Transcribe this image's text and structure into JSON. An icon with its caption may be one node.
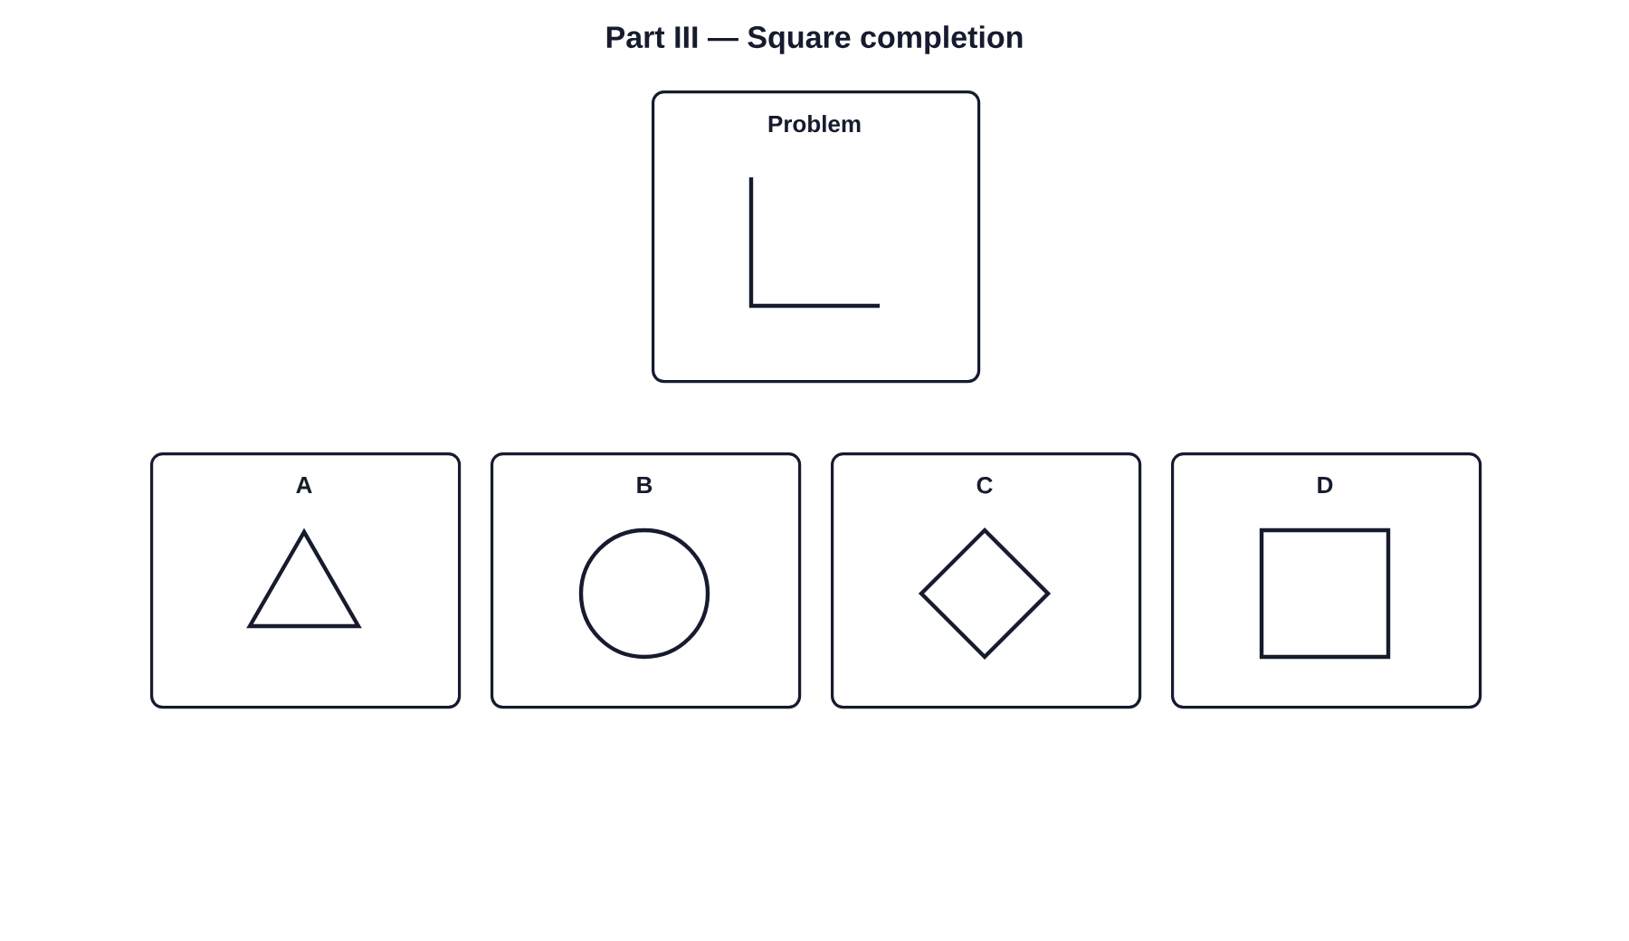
{
  "diagram": {
    "title": "Part III — Square completion",
    "nodes": [
      {
        "text": [
          "Problem"
        ]
      },
      {
        "text": [
          "A"
        ]
      },
      {
        "text": [
          "B"
        ]
      },
      {
        "text": [
          "C"
        ]
      },
      {
        "text": [
          "D"
        ]
      }
    ]
  }
}
